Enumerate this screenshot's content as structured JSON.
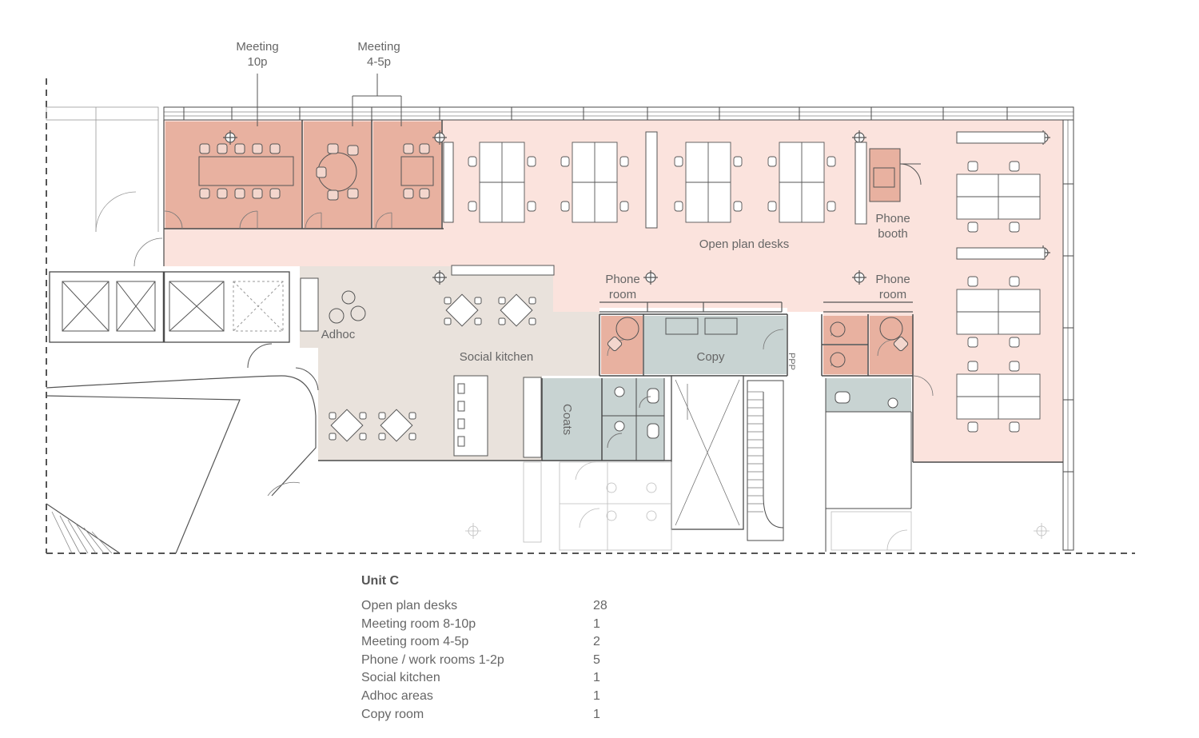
{
  "labels": {
    "meeting_10p": [
      "Meeting",
      "10p"
    ],
    "meeting_45p": [
      "Meeting",
      "4-5p"
    ],
    "phone_booth": [
      "Phone",
      "booth"
    ],
    "open_plan": "Open plan desks",
    "phone_room_a": [
      "Phone",
      "room"
    ],
    "phone_room_b": [
      "Phone",
      "room"
    ],
    "adhoc": "Adhoc",
    "social_kitchen": "Social kitchen",
    "copy": "Copy",
    "coats": "Coats",
    "ppp": "PPP"
  },
  "colors": {
    "meeting": "#e8b1a0",
    "phone": "#e8b1a0",
    "open_plan": "#fbe3dd",
    "social": "#e9e2dc",
    "service": "#c8d3d2",
    "wall": "#4a4a4a",
    "line": "#8a8a8a"
  },
  "schedule": {
    "title": "Unit C",
    "rows": [
      {
        "label": "Open plan desks",
        "value": "28"
      },
      {
        "label": "Meeting room 8-10p",
        "value": "1"
      },
      {
        "label": "Meeting room 4-5p",
        "value": "2"
      },
      {
        "label": "Phone / work rooms 1-2p",
        "value": "5"
      },
      {
        "label": "Social kitchen",
        "value": "1"
      },
      {
        "label": "Adhoc areas",
        "value": "1"
      },
      {
        "label": "Copy room",
        "value": "1"
      }
    ]
  }
}
